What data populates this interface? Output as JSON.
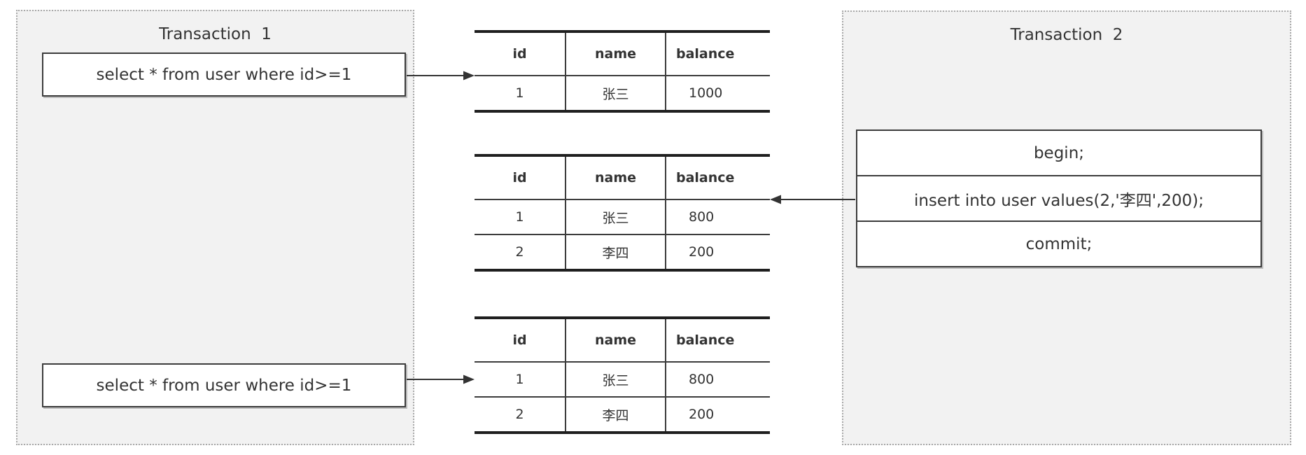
{
  "diagram": {
    "transaction1": {
      "title": "Transaction  1",
      "query1": "select * from user where id>=1",
      "query2": "select * from user where id>=1"
    },
    "transaction2": {
      "title": "Transaction  2",
      "statements": {
        "begin": "begin;",
        "insert": "insert into user values(2,'李四',200);",
        "commit": "commit;"
      }
    },
    "tables": [
      {
        "headers": [
          "id",
          "name",
          "balance"
        ],
        "rows": [
          [
            "1",
            "张三",
            "1000"
          ]
        ]
      },
      {
        "headers": [
          "id",
          "name",
          "balance"
        ],
        "rows": [
          [
            "1",
            "张三",
            "800"
          ],
          [
            "2",
            "李四",
            "200"
          ]
        ]
      },
      {
        "headers": [
          "id",
          "name",
          "balance"
        ],
        "rows": [
          [
            "1",
            "张三",
            "800"
          ],
          [
            "2",
            "李四",
            "200"
          ]
        ]
      }
    ],
    "colors": {
      "panel_bg": "#f2f2f2",
      "panel_border": "#a9a9a9",
      "box_border": "#3c3c3c",
      "table_thick_border": "#1f1f1f",
      "line": "#333333",
      "text": "#333333"
    }
  }
}
